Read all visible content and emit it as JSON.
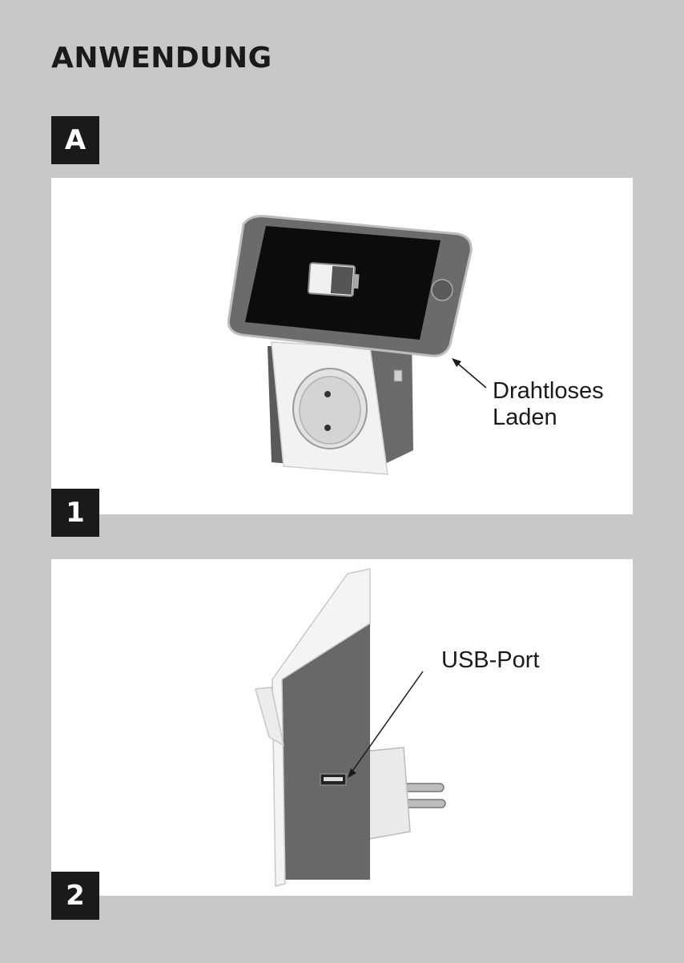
{
  "page": {
    "title": "ANWENDUNG"
  },
  "section": {
    "label": "A"
  },
  "steps": [
    {
      "number": "1",
      "callout_line1": "Drahtloses",
      "callout_line2": "Laden"
    },
    {
      "number": "2",
      "callout_line1": "USB-Port"
    }
  ],
  "colors": {
    "background": "#c8c8c8",
    "badge": "#1a1a1a",
    "panel": "#ffffff"
  }
}
